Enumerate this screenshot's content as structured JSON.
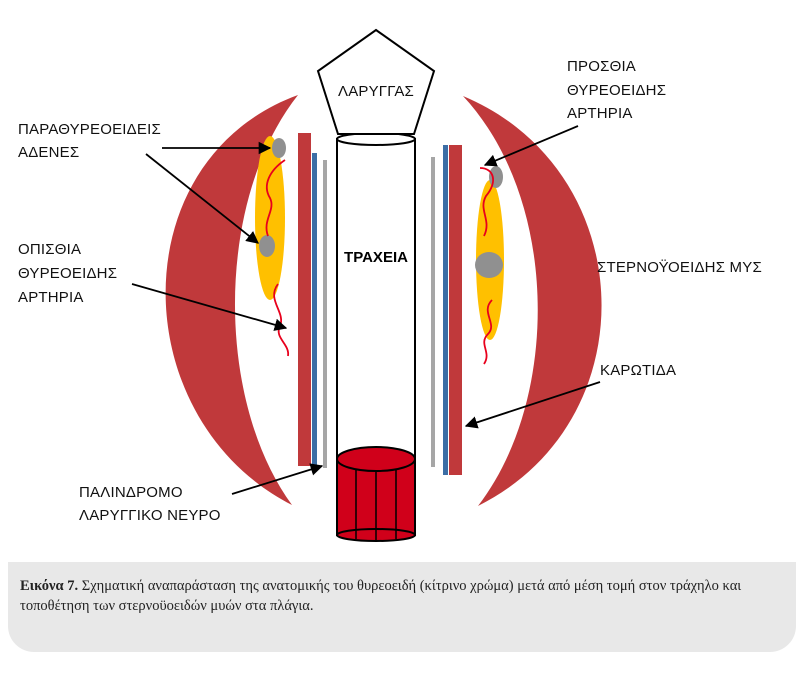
{
  "labels": {
    "larynx": "ΛΑΡΥΓΓΑΣ",
    "trachea": "ΤΡΑΧΕΙΑ",
    "parathyroids": [
      "ΠΑΡΑΘΥΡΕΟΕΙΔΕΙΣ",
      "ΑΔΕΝΕΣ"
    ],
    "superior_thyroid_artery": [
      "ΠΡΟΣΘΙΑ",
      "ΘΥΡΕΟΕΙΔΗΣ",
      "ΑΡΤΗΡΙΑ"
    ],
    "inferior_thyroid_artery": [
      "ΟΠΙΣΘΙΑ",
      "ΘΥΡΕΟΕΙΔΗΣ",
      "ΑΡΤΗΡΙΑ"
    ],
    "sternothyroid_muscle": "ΣΤΕΡΝΟΫΟΕΙΔΗΣ ΜΥΣ",
    "carotid": "ΚΑΡΩΤΙΔΑ",
    "recurrent_laryngeal_nerve": [
      "ΠΑΛΙΝΔΡΟΜΟ",
      "ΛΑΡΥΓΓΙΚΟ ΝΕΥΡΟ"
    ]
  },
  "caption": {
    "label": "Εικόνα 7.",
    "text": "Σχηματική αναπαράσταση της ανατομικής του θυρεοειδή (κίτρινο χρώμα) μετά από μέση τομή στον τράχηλο και τοποθέτηση των στερνοϋοειδών μυών στα πλάγια."
  },
  "colors": {
    "muscle": "#c0393b",
    "thyroid": "#ffc000",
    "parathyroid": "#909090",
    "artery": "#e8001c",
    "carotid": "#c0393b",
    "jugular": "#3c6ea5",
    "nerve": "#a6a6a6",
    "trachea_ring": "#d0001a"
  }
}
